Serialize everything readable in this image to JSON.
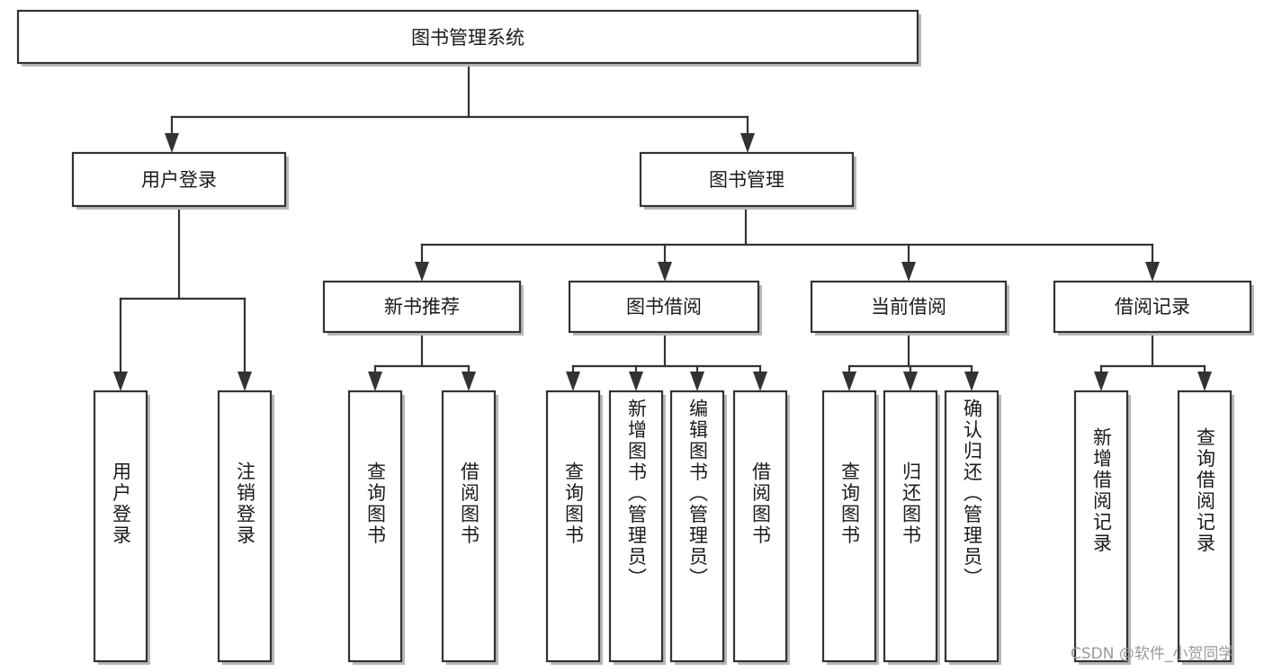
{
  "diagram": {
    "type": "tree-hierarchy",
    "title": "图书管理系统",
    "root": {
      "label": "图书管理系统"
    },
    "level2": [
      {
        "label": "用户登录"
      },
      {
        "label": "图书管理"
      }
    ],
    "level3": [
      {
        "label": "新书推荐"
      },
      {
        "label": "图书借阅"
      },
      {
        "label": "当前借阅"
      },
      {
        "label": "借阅记录"
      }
    ],
    "leaves": {
      "user_login": [
        {
          "label": "用户登录"
        },
        {
          "label": "注销登录"
        }
      ],
      "new_book_recommend": [
        {
          "label": "查询图书"
        },
        {
          "label": "借阅图书"
        }
      ],
      "book_borrow": [
        {
          "label": "查询图书"
        },
        {
          "label": "新增图书（管理员）"
        },
        {
          "label": "编辑图书（管理员）"
        },
        {
          "label": "借阅图书"
        }
      ],
      "current_borrow": [
        {
          "label": "查询图书"
        },
        {
          "label": "归还图书"
        },
        {
          "label": "确认归还（管理员）"
        }
      ],
      "borrow_record": [
        {
          "label": "新增借阅记录"
        },
        {
          "label": "查询借阅记录"
        }
      ]
    }
  },
  "watermark": {
    "text": "CSDN @软件_小贺同学"
  },
  "colors": {
    "box_stroke": "#333333",
    "box_fill": "#ffffff",
    "text": "#1a1a1a",
    "watermark": "#9a9a9a",
    "background": "#ffffff"
  }
}
